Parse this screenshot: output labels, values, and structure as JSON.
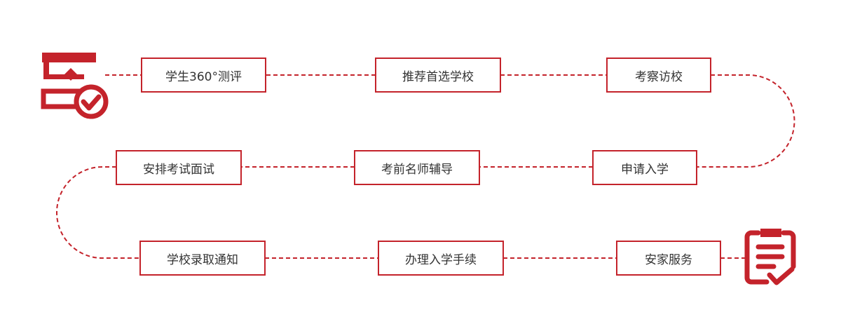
{
  "colors": {
    "accent": "#c4232b",
    "text": "#333333",
    "background": "#ffffff"
  },
  "icons": {
    "start": "checklist-check-icon",
    "end": "clipboard-check-icon"
  },
  "steps": [
    {
      "label": "学生360°测评"
    },
    {
      "label": "推荐首选学校"
    },
    {
      "label": "考察访校"
    },
    {
      "label": "申请入学"
    },
    {
      "label": "考前名师辅导"
    },
    {
      "label": "安排考试面试"
    },
    {
      "label": "学校录取通知"
    },
    {
      "label": "办理入学手续"
    },
    {
      "label": "安家服务"
    }
  ]
}
